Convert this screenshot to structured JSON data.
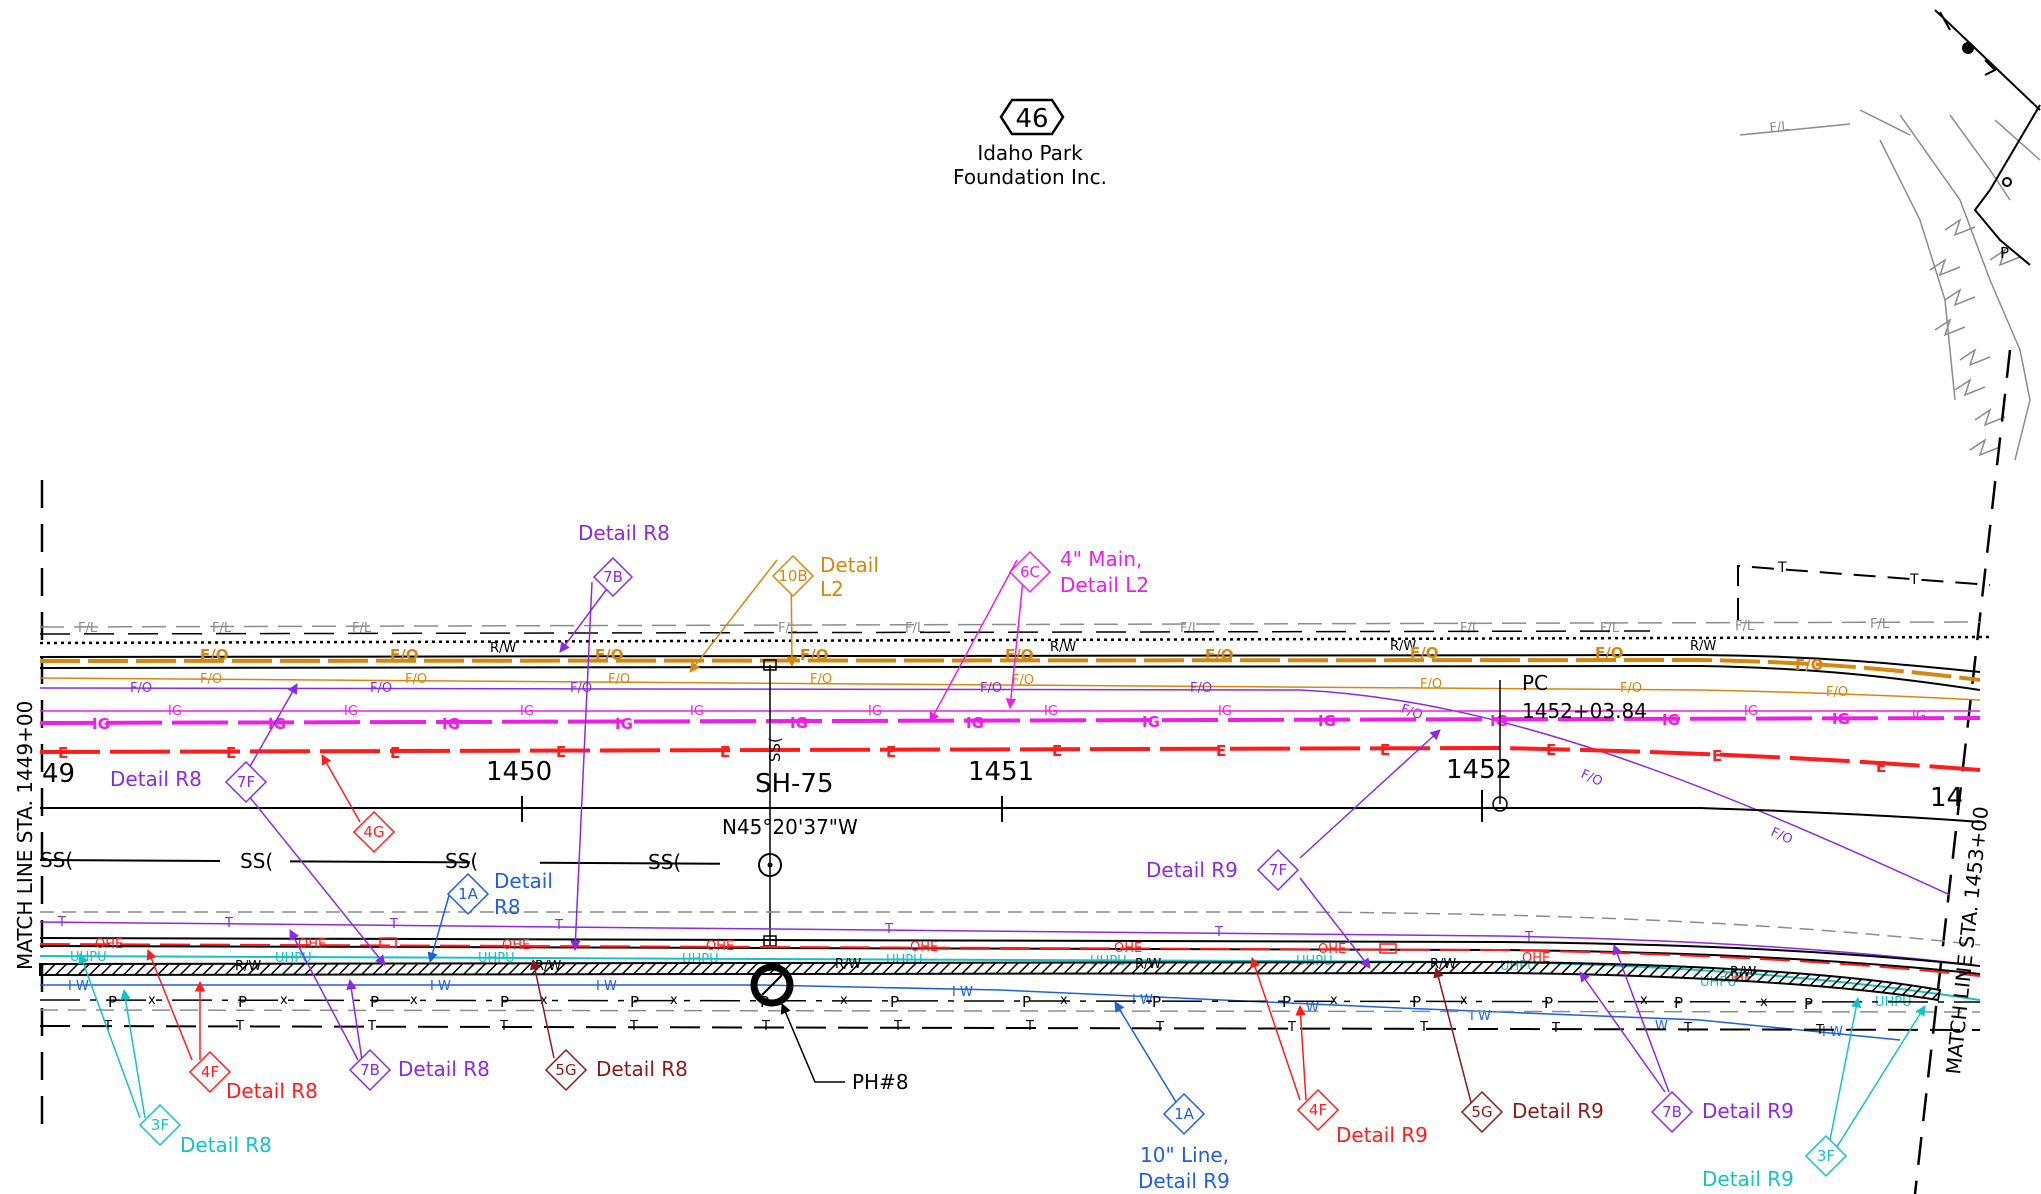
{
  "route_shield": "46",
  "owner": {
    "line1": "Idaho Park",
    "line2": "Foundation Inc."
  },
  "highway": "SH-75",
  "bearing": "N45°20'37\"W",
  "match_lines": {
    "left": "MATCH LINE STA. 1449+00",
    "right": "MATCH LINE STA. 1453+00"
  },
  "stations": {
    "s49": "49",
    "s1450": "1450",
    "s1451": "1451",
    "s1452": "1452",
    "s14": "14"
  },
  "pc": {
    "label": "PC",
    "station": "1452+03.84"
  },
  "manhole": "PH#8",
  "line_tags": {
    "fl": "F/L",
    "fo": "F/O",
    "ig": "IG",
    "e": "E",
    "ss": "SS(",
    "t": "T",
    "ohe": "OHE",
    "uhpu": "UHPU",
    "rw": "R/W",
    "iw": "I W",
    "p": "P",
    "x": "x",
    "w": "W"
  },
  "callouts": [
    {
      "id": "7b_top",
      "tag": "7B",
      "text": "Detail R8",
      "color": "#8a2be2"
    },
    {
      "id": "10b",
      "tag": "10B",
      "text1": "Detail",
      "text2": "L2",
      "color": "#d4880f"
    },
    {
      "id": "6c",
      "tag": "6C",
      "text1": "4\" Main,",
      "text2": "Detail L2",
      "color": "#ee1ee6"
    },
    {
      "id": "7f_left",
      "tag": "7F",
      "text": "Detail R8",
      "color": "#8a2be2"
    },
    {
      "id": "4g",
      "tag": "4G",
      "color": "#ff1c1c"
    },
    {
      "id": "1a_top",
      "tag": "1A",
      "text1": "Detail",
      "text2": "R8",
      "color": "#1f5fe0"
    },
    {
      "id": "7f_right",
      "tag": "7F",
      "text": "Detail R9",
      "color": "#8a2be2"
    },
    {
      "id": "4f_left",
      "tag": "4F",
      "text": "Detail R8",
      "color": "#ff1c1c"
    },
    {
      "id": "7b_left",
      "tag": "7B",
      "text": "Detail R8",
      "color": "#8a2be2"
    },
    {
      "id": "5g_left",
      "tag": "5G",
      "text": "Detail R8",
      "color": "#8b1a1a"
    },
    {
      "id": "3f_left",
      "tag": "3F",
      "text": "Detail R8",
      "color": "#14c3c3"
    },
    {
      "id": "1a_bottom",
      "tag": "1A",
      "text1": "10\" Line,",
      "text2": "Detail R9",
      "color": "#1f5fe0"
    },
    {
      "id": "4f_right",
      "tag": "4F",
      "text": "Detail R9",
      "color": "#ff1c1c"
    },
    {
      "id": "5g_right",
      "tag": "5G",
      "text": "Detail R9",
      "color": "#8b1a1a"
    },
    {
      "id": "7b_right",
      "tag": "7B",
      "text": "Detail R9",
      "color": "#8a2be2"
    },
    {
      "id": "3f_right",
      "tag": "3F",
      "text": "Detail R9",
      "color": "#14c3c3"
    }
  ],
  "colors": {
    "fiber_orange": "#d4880f",
    "purple": "#8a2be2",
    "magenta": "#ee1ee6",
    "red": "#ff1c1c",
    "blue": "#1f5fe0",
    "cyan": "#14c3c3",
    "maroon": "#8b1a1a",
    "gray": "#8c8c8c",
    "black": "#000000"
  }
}
